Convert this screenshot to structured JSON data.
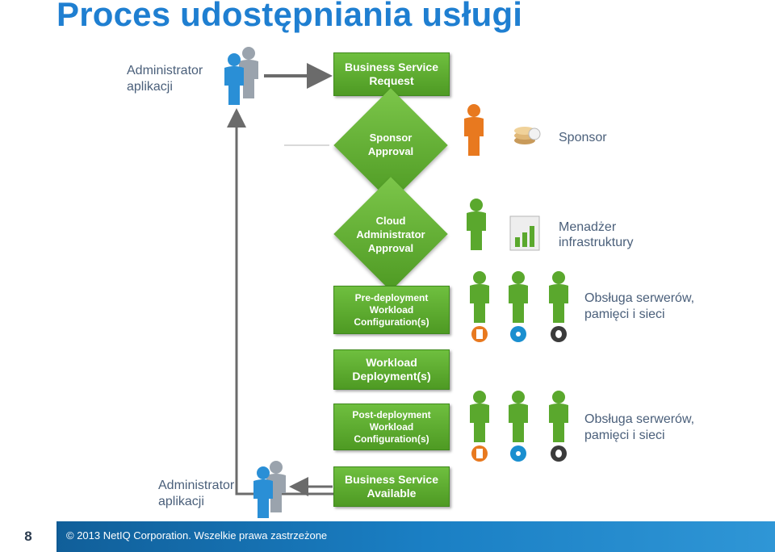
{
  "title": "Proces udostępniania usługi",
  "roles": {
    "app_admin_top": [
      "Administrator",
      "aplikacji"
    ],
    "sponsor": "Sponsor",
    "infra_manager": [
      "Menadżer",
      "infrastruktury"
    ],
    "ops_pre": [
      "Obsługa serwerów,",
      "pamięci i sieci"
    ],
    "ops_post": [
      "Obsługa serwerów,",
      "pamięci i sieci"
    ],
    "app_admin_bottom": [
      "Administrator",
      "aplikacji"
    ]
  },
  "steps": {
    "request": [
      "Business Service",
      "Request"
    ],
    "sponsor_approval": [
      "Sponsor",
      "Approval"
    ],
    "cloud_admin_approval": [
      "Cloud",
      "Administrator",
      "Approval"
    ],
    "pre_deployment": [
      "Pre-deployment",
      "Workload",
      "Configuration(s)"
    ],
    "deployment": [
      "Workload",
      "Deployment(s)"
    ],
    "post_deployment": [
      "Post-deployment",
      "Workload",
      "Configuration(s)"
    ],
    "available": [
      "Business Service",
      "Available"
    ]
  },
  "footer": {
    "page_number": "8",
    "copyright": "© 2013 NetIQ Corporation.  Wszelkie prawa zastrzeżone"
  },
  "colors": {
    "title_blue": "#1f7fd1",
    "step_green": "#5aa82d",
    "admin_blue": "#2a8fd6",
    "sponsor_orange": "#e8791f",
    "footer_blue": "#1a7fc4"
  },
  "icons": [
    "user-group-icon",
    "person-icon",
    "coins-icon",
    "bar-chart-icon",
    "storage-icon",
    "network-icon",
    "database-icon"
  ]
}
